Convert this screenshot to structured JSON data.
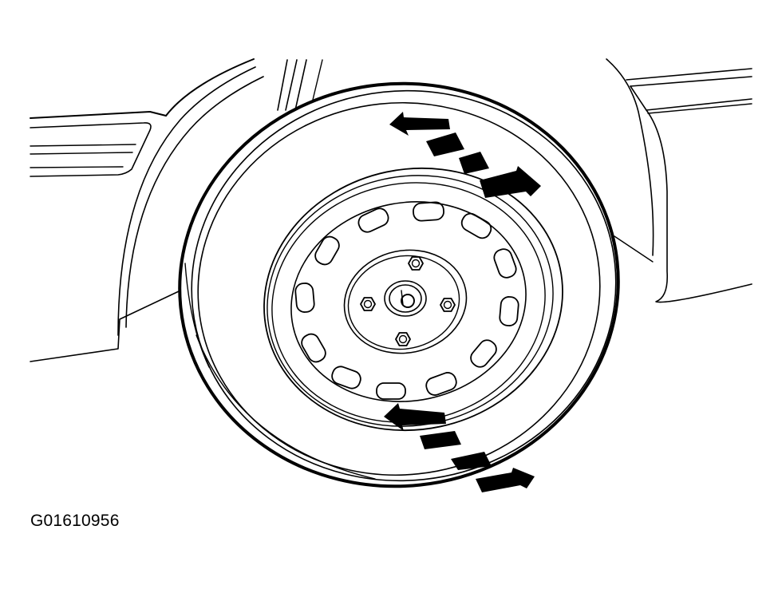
{
  "figure": {
    "code": "G01610956",
    "subject": "wheel-and-tire",
    "indicator": "rotation-arrows"
  },
  "colors": {
    "ink": "#000000",
    "paper": "#ffffff"
  }
}
